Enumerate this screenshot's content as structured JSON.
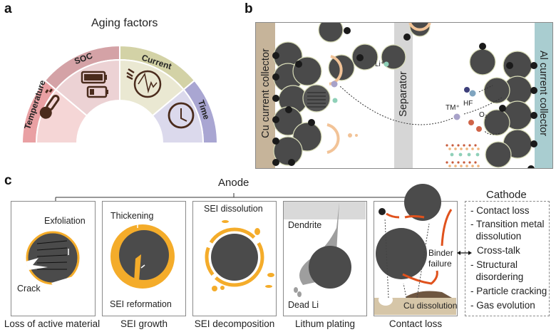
{
  "panel_a": {
    "letter": "a",
    "title": "Aging factors",
    "segments": [
      {
        "label": "Temperature",
        "icon": "thermometer-icon",
        "band_color": "#e9a0a3",
        "inner_color": "#f5d6d6"
      },
      {
        "label": "SOC",
        "icon": "battery-icon",
        "band_color": "#d4a2a6",
        "inner_color": "#ecd2d4"
      },
      {
        "label": "Current",
        "icon": "current-signal-icon",
        "band_color": "#d3d2a6",
        "inner_color": "#eae8d2"
      },
      {
        "label": "Time",
        "icon": "clock-icon",
        "band_color": "#a9a6d2",
        "inner_color": "#dbd9ec"
      }
    ]
  },
  "panel_b": {
    "letter": "b",
    "left_collector": "Cu current collector",
    "separator": "Separator",
    "right_collector": "Al current collector",
    "species": {
      "li_ion": "Li⁺",
      "hf": "HF",
      "tm_ion": "TM⁺",
      "oxygen": "O₂"
    },
    "colors": {
      "cu": "#c6b49a",
      "al": "#a9cdd0",
      "separator": "#d6d6d6",
      "particle": "#4a4a4a",
      "sei": "#f2c397",
      "li": "#8fd0b8",
      "tm": "#a8a2c9",
      "hf_dark": "#3d3f7a",
      "hf_light": "#7fa4bf",
      "o2": "#cf6448"
    }
  },
  "panel_c": {
    "letter": "c",
    "anode_title": "Anode",
    "cathode_title": "Cathode",
    "boxes": [
      {
        "caption": "Loss of active material",
        "labels": [
          "Exfoliation",
          "Crack"
        ]
      },
      {
        "caption": "SEI growth",
        "labels": [
          "Thickening",
          "SEI reformation"
        ]
      },
      {
        "caption": "SEI decomposition",
        "labels": [
          "SEI dissolution"
        ]
      },
      {
        "caption": "Lithum plating",
        "labels": [
          "Dendrite",
          "Dead Li"
        ]
      },
      {
        "caption": "Contact loss",
        "labels": [
          "Binder failure",
          "Cu dissolution"
        ]
      }
    ],
    "cathode_items": [
      "- Contact loss",
      "- Transition metal",
      "  dissolution",
      "Cross-talk",
      "- Structural",
      "  disordering",
      "- Particle cracking",
      "- Gas evolution"
    ],
    "colors": {
      "sei_orange": "#f4ac2a",
      "particle": "#4b4b4b",
      "binder": "#e0521d",
      "cu_base": "#d6c6a8",
      "cu_deposit": "#6e5640",
      "plating_gray": "#9e9e9e",
      "plating_top": "#d9d9d9"
    }
  }
}
